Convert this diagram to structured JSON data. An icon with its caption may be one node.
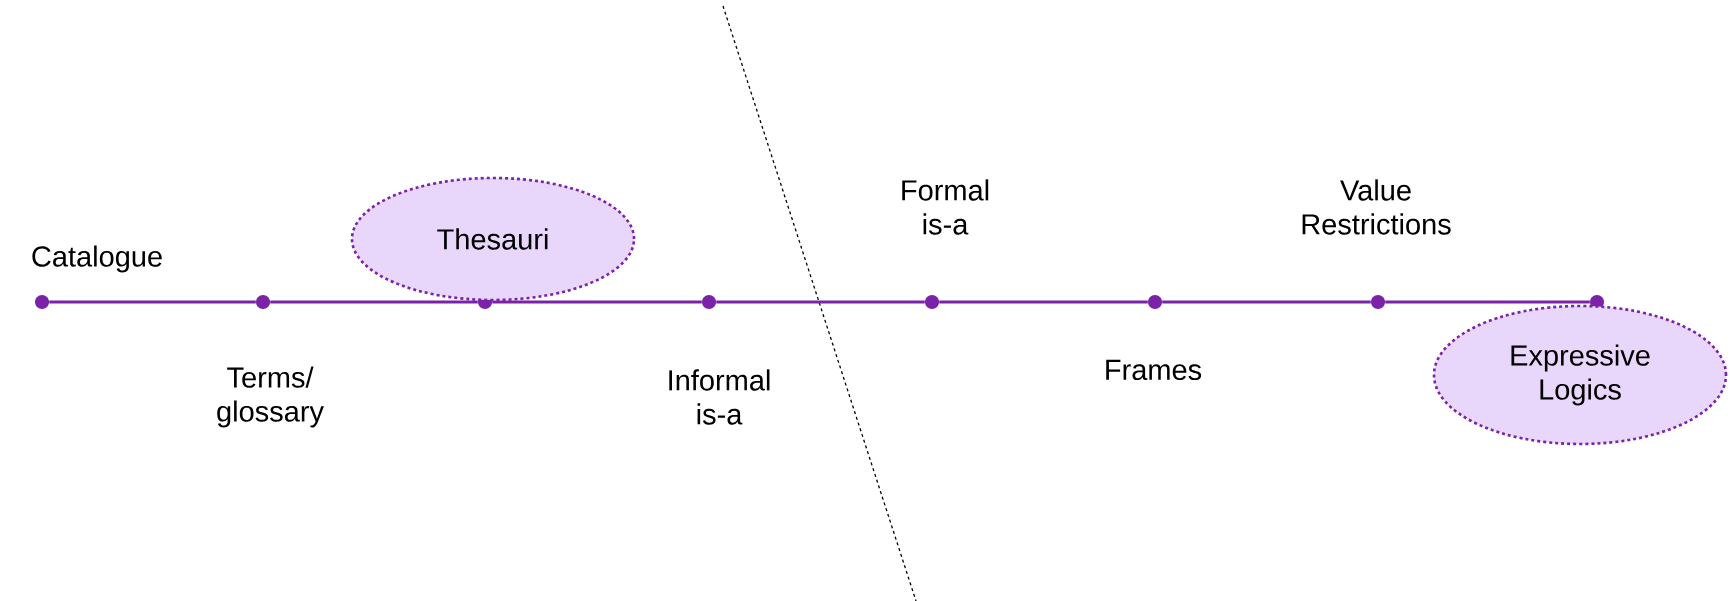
{
  "diagram": {
    "nodes": [
      {
        "text": [],
        "shape": "circle",
        "beside": [
          "Catalogue"
        ]
      },
      {
        "text": [],
        "shape": "circle",
        "beside": [
          "Terms/ glossary"
        ]
      },
      {
        "text": [],
        "shape": "circle"
      },
      {
        "text": [],
        "shape": "circle",
        "beside": [
          "Informal is-a"
        ]
      },
      {
        "text": [],
        "shape": "circle",
        "beside": [
          "Formal is-a"
        ]
      },
      {
        "text": [],
        "shape": "circle",
        "beside": [
          "Frames"
        ]
      },
      {
        "text": [],
        "shape": "circle",
        "beside": [
          "Value Restrictions"
        ]
      },
      {
        "text": [],
        "shape": "circle"
      },
      {
        "text": [
          "Thesauri"
        ]
      },
      {
        "text": [
          "Expressive Logics"
        ]
      }
    ],
    "edges": [
      {
        "from": 0,
        "to": 1,
        "arrow": "none"
      },
      {
        "from": 1,
        "to": 2,
        "arrow": "none"
      },
      {
        "from": 2,
        "to": 3,
        "arrow": "none"
      },
      {
        "from": 3,
        "to": 4,
        "arrow": "none"
      },
      {
        "from": 4,
        "to": 5,
        "arrow": "none"
      },
      {
        "from": 5,
        "to": 6,
        "arrow": "none"
      },
      {
        "from": 6,
        "to": 7,
        "arrow": "none"
      }
    ]
  }
}
